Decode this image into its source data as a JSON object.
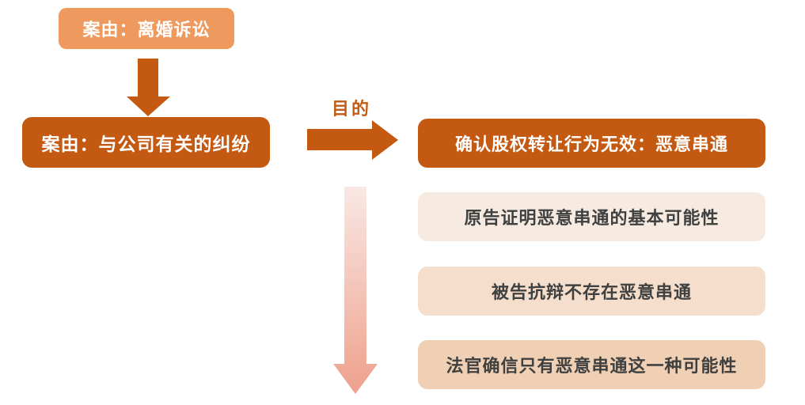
{
  "diagram": {
    "nodes": {
      "case_divorce": {
        "label": "案由：离婚诉讼"
      },
      "case_company": {
        "label": "案由：与公司有关的纠纷"
      },
      "conclusion": {
        "label": "确认股权转让行为无效：恶意串通"
      },
      "steps": [
        {
          "label": "原告证明恶意串通的基本可能性"
        },
        {
          "label": "被告抗辩不存在恶意串通"
        },
        {
          "label": "法官确信只有恶意串通这一种可能性"
        }
      ]
    },
    "connectors": {
      "purpose_label": "目的",
      "down_arrow": "down-arrow-icon",
      "right_arrow": "right-arrow-icon",
      "gradient_down_arrow": "gradient-down-arrow-icon"
    },
    "colors": {
      "light_orange": "#EE9A5F",
      "dark_orange": "#C45911",
      "step1_bg": "#F7EAE0",
      "step2_bg": "#F5DECC",
      "step3_bg": "#F0D0B4",
      "gradient_arrow_top": "#F9E8E4",
      "gradient_arrow_bottom": "#EEA08C",
      "step_text": "#3F4040",
      "node_text": "#FFFFFF"
    }
  }
}
